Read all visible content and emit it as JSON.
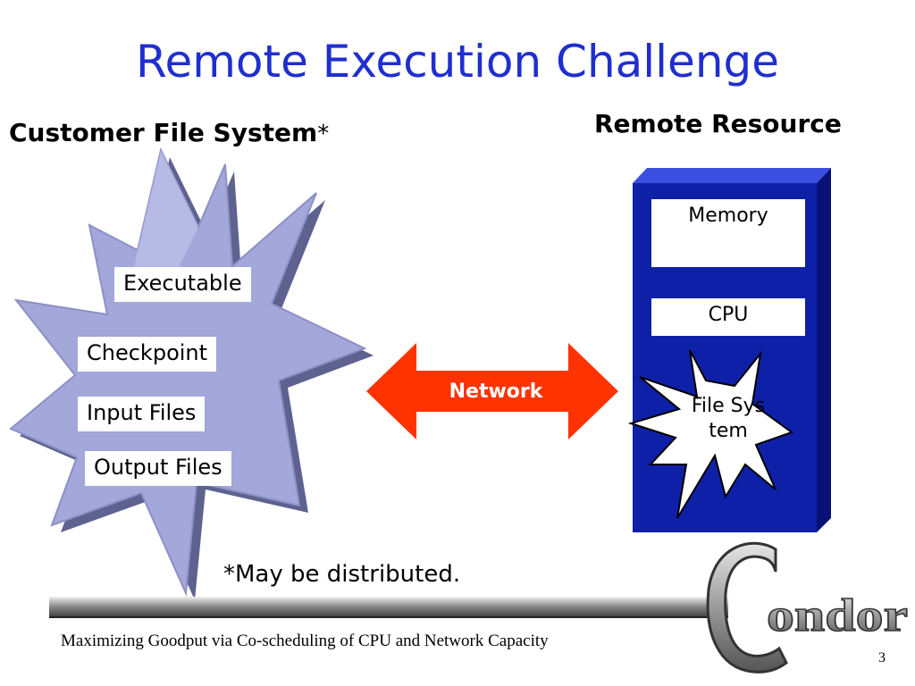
{
  "slide": {
    "title": "Remote Execution Challenge",
    "footnote": "*May be distributed.",
    "footer": "Maximizing Goodput via Co-scheduling of CPU and Network Capacity",
    "page_number": "3"
  },
  "customer": {
    "heading": "Customer File System",
    "heading_star": "*",
    "files": [
      "Executable",
      "Checkpoint",
      "Input Files",
      "Output Files"
    ]
  },
  "network": {
    "label": "Network"
  },
  "remote": {
    "heading": "Remote Resource",
    "memory": "Memory",
    "cpu": "CPU",
    "file_system": "File System"
  },
  "logo": {
    "text": "Condor"
  },
  "colors": {
    "title": "#1f2fcf",
    "star_fill": "#a3a7d9",
    "tower_blue": "#0f20a8",
    "network_arrow": "#ff3300"
  }
}
